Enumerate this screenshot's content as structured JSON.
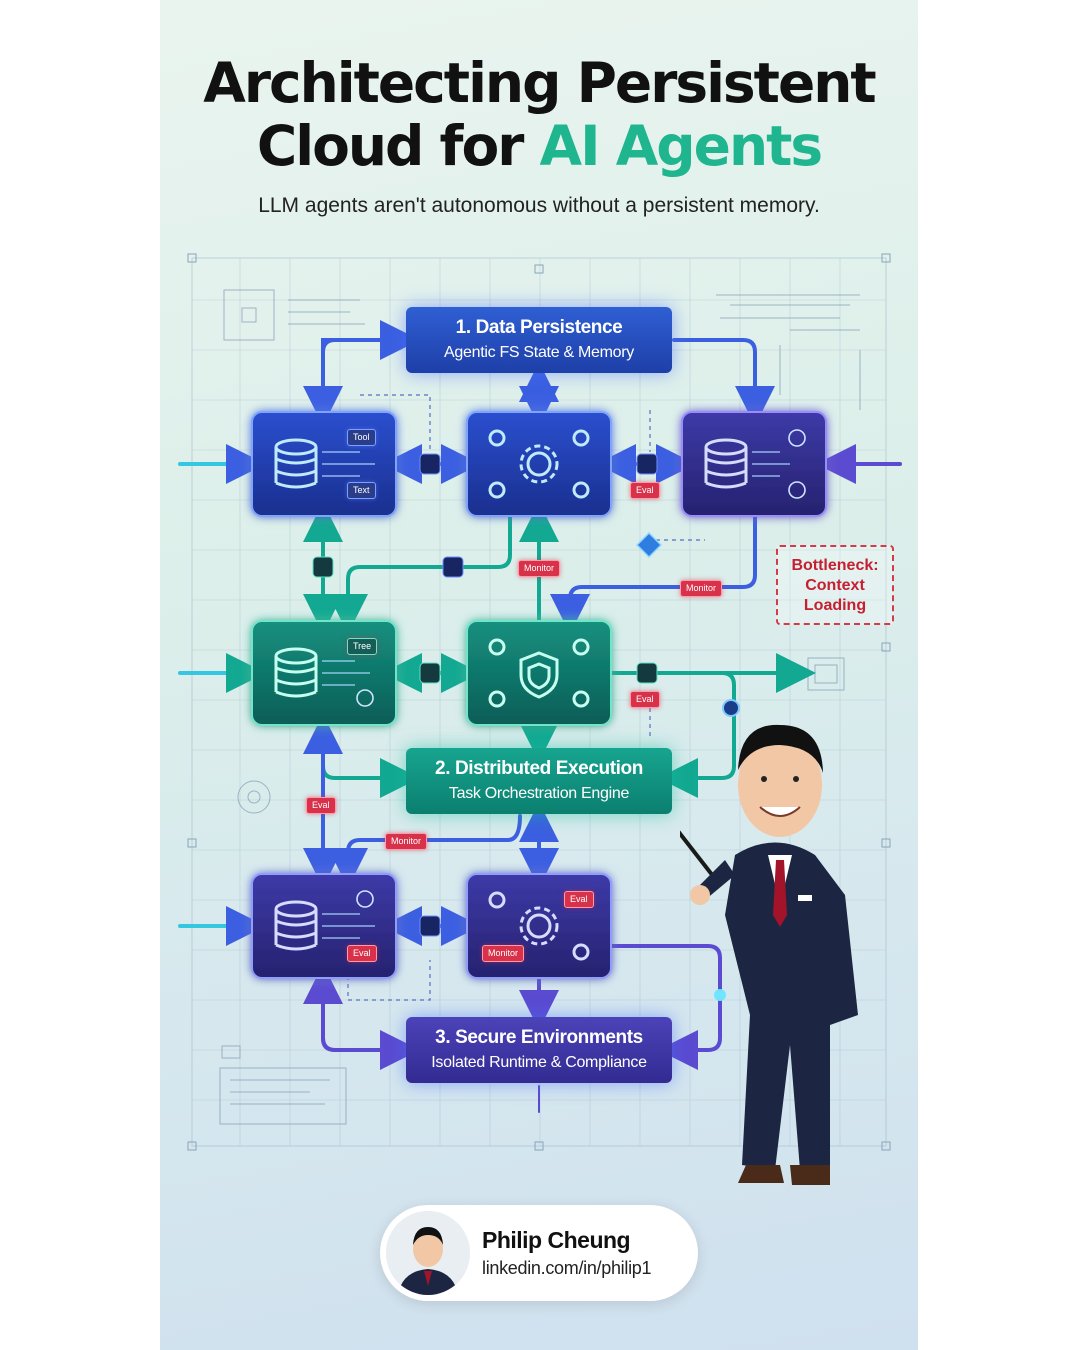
{
  "title": {
    "line1": "Architecting Persistent",
    "line2_prefix": "Cloud for ",
    "line2_accent": "AI Agents"
  },
  "subtitle": "LLM agents aren't autonomous without a persistent memory.",
  "stages": [
    {
      "title": "1. Data Persistence",
      "subtitle": "Agentic FS State & Memory"
    },
    {
      "title": "2. Distributed Execution",
      "subtitle": "Task Orchestration Engine"
    },
    {
      "title": "3. Secure Environments",
      "subtitle": "Isolated Runtime & Compliance"
    }
  ],
  "callout": {
    "line1": "Bottleneck:",
    "line2": "Context",
    "line3": "Loading"
  },
  "node_tags": {
    "tool": "Tool",
    "text": "Text",
    "eval": "Eval",
    "monitor": "Monitor",
    "tree": "Tree"
  },
  "profile": {
    "name": "Philip Cheung",
    "link": "linkedin.com/in/philip1"
  },
  "colors": {
    "accent": "#1fb58e",
    "stage1": "#2a52c2",
    "stage2": "#129483",
    "stage3": "#3f37a5",
    "alert": "#d33a4a"
  }
}
